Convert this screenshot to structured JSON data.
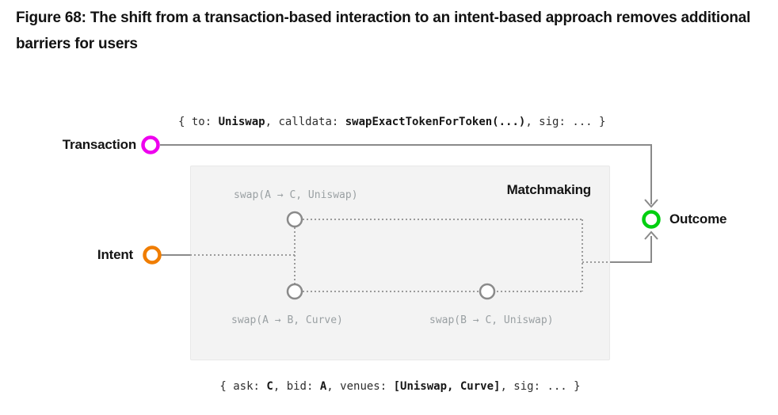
{
  "title": "Figure 68: The shift from a transaction-based interaction to an intent-based approach removes additional barriers for users",
  "labels": {
    "transaction": "Transaction",
    "intent": "Intent",
    "outcome": "Outcome",
    "matchmaking": "Matchmaking"
  },
  "transaction_code": {
    "open": "{ to: ",
    "to_value": "Uniswap",
    "calldata_key": ", calldata: ",
    "calldata_value": "swapExactTokenForToken(...)",
    "sig": ", sig: ... }"
  },
  "intent_code": {
    "open": "{ ask: ",
    "ask_value": "C",
    "bid_key": ", bid: ",
    "bid_value": "A",
    "venues_key": ", venues: ",
    "venues_value": "[Uniswap, Curve]",
    "sig": ", sig: ... }"
  },
  "swaps": {
    "top": "swap(A → C, Uniswap)",
    "bottom_left": "swap(A → B, Curve)",
    "bottom_right": "swap(B → C, Uniswap)"
  },
  "colors": {
    "transaction_node": "#ee00ee",
    "intent_node": "#f07d00",
    "outcome_node": "#00cf10",
    "solid_line": "#8a8a8a",
    "dotted_line": "#9b9b9b",
    "node_stroke": "#8a8a8a",
    "box_fill": "#f3f3f3",
    "box_border": "#e8e8e8"
  }
}
